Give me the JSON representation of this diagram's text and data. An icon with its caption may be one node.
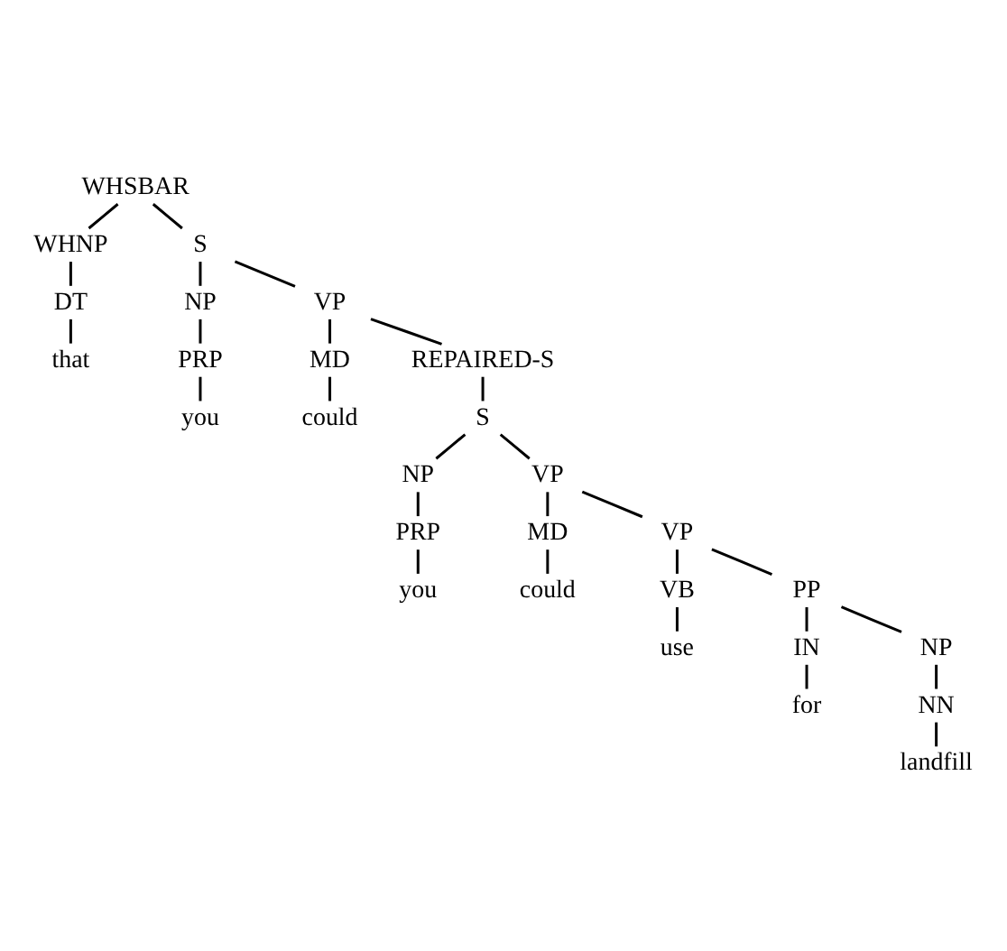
{
  "diagram": {
    "nodes": [
      {
        "text": [
          "WHSBAR"
        ]
      },
      {
        "text": [
          "WHNP"
        ]
      },
      {
        "text": [
          "S"
        ]
      },
      {
        "text": [
          "DT"
        ]
      },
      {
        "text": [
          "NP"
        ]
      },
      {
        "text": [
          "VP"
        ]
      },
      {
        "text": [
          "that"
        ]
      },
      {
        "text": [
          "PRP"
        ]
      },
      {
        "text": [
          "MD"
        ]
      },
      {
        "text": [
          "REPAIRED-S"
        ]
      },
      {
        "text": [
          "you"
        ]
      },
      {
        "text": [
          "could"
        ]
      },
      {
        "text": [
          "S"
        ]
      },
      {
        "text": [
          "NP"
        ]
      },
      {
        "text": [
          "VP"
        ]
      },
      {
        "text": [
          "PRP"
        ]
      },
      {
        "text": [
          "MD"
        ]
      },
      {
        "text": [
          "VP"
        ]
      },
      {
        "text": [
          "you"
        ]
      },
      {
        "text": [
          "could"
        ]
      },
      {
        "text": [
          "VB"
        ]
      },
      {
        "text": [
          "PP"
        ]
      },
      {
        "text": [
          "use"
        ]
      },
      {
        "text": [
          "IN"
        ]
      },
      {
        "text": [
          "NP"
        ]
      },
      {
        "text": [
          "for"
        ]
      },
      {
        "text": [
          "NN"
        ]
      },
      {
        "text": [
          "landfill"
        ]
      }
    ],
    "edges": [
      {
        "from": 0,
        "to": 1,
        "arrow": "none"
      },
      {
        "from": 0,
        "to": 2,
        "arrow": "none"
      },
      {
        "from": 1,
        "to": 3,
        "arrow": "none"
      },
      {
        "from": 3,
        "to": 6,
        "arrow": "none"
      },
      {
        "from": 2,
        "to": 4,
        "arrow": "none"
      },
      {
        "from": 2,
        "to": 5,
        "arrow": "none"
      },
      {
        "from": 4,
        "to": 7,
        "arrow": "none"
      },
      {
        "from": 7,
        "to": 10,
        "arrow": "none"
      },
      {
        "from": 5,
        "to": 8,
        "arrow": "none"
      },
      {
        "from": 5,
        "to": 9,
        "arrow": "none"
      },
      {
        "from": 8,
        "to": 11,
        "arrow": "none"
      },
      {
        "from": 9,
        "to": 12,
        "arrow": "none"
      },
      {
        "from": 12,
        "to": 13,
        "arrow": "none"
      },
      {
        "from": 12,
        "to": 14,
        "arrow": "none"
      },
      {
        "from": 13,
        "to": 15,
        "arrow": "none"
      },
      {
        "from": 15,
        "to": 18,
        "arrow": "none"
      },
      {
        "from": 14,
        "to": 16,
        "arrow": "none"
      },
      {
        "from": 14,
        "to": 17,
        "arrow": "none"
      },
      {
        "from": 16,
        "to": 19,
        "arrow": "none"
      },
      {
        "from": 17,
        "to": 20,
        "arrow": "none"
      },
      {
        "from": 17,
        "to": 21,
        "arrow": "none"
      },
      {
        "from": 20,
        "to": 22,
        "arrow": "none"
      },
      {
        "from": 21,
        "to": 23,
        "arrow": "none"
      },
      {
        "from": 21,
        "to": 24,
        "arrow": "none"
      },
      {
        "from": 23,
        "to": 25,
        "arrow": "none"
      },
      {
        "from": 24,
        "to": 26,
        "arrow": "none"
      },
      {
        "from": 26,
        "to": 27,
        "arrow": "none"
      }
    ]
  }
}
